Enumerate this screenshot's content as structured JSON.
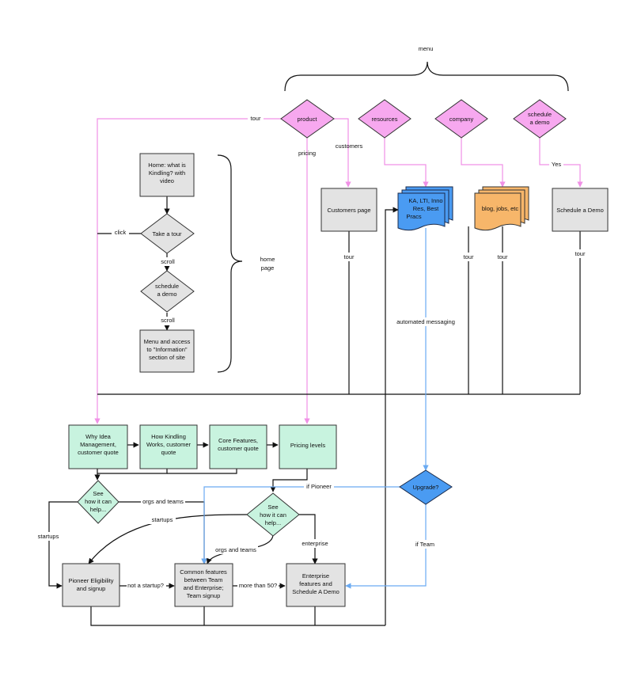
{
  "colors": {
    "pink": "#f7a8ef",
    "pink_line": "#f090e6",
    "blue": "#4a9bf2",
    "blue_line": "#6aaaf2",
    "green": "#c8f3df",
    "grey": "#e3e3e3",
    "orange": "#f7b66a",
    "black": "#111111"
  },
  "menu_label": "menu",
  "home_page_label": [
    "home",
    "page"
  ],
  "nodes": {
    "product": "product",
    "resources": "resources",
    "company": "company",
    "schedule_demo_menu": [
      "schedule",
      "a demo"
    ],
    "home": [
      "Home: what is",
      "Kindling? with",
      "video"
    ],
    "take_tour": "Take a tour",
    "schedule_demo_home": [
      "schedule",
      "a demo"
    ],
    "menu_access": [
      "Menu and access",
      "to \"Information\"",
      "section of site"
    ],
    "customers_page": "Customers page",
    "resources_doc": [
      "KA, LTI, Inno",
      "Res, Best",
      "Pracs"
    ],
    "blog": "blog, jobs, etc",
    "schedule_demo_page": "Schedule a Demo",
    "why_idea": [
      "Why Idea",
      "Management,",
      "customer quote"
    ],
    "how_kindling": [
      "How Kindling",
      "Works, customer",
      "quote"
    ],
    "core_features": [
      "Core Features,",
      "customer quote"
    ],
    "pricing_levels": "Pricing levels",
    "see_help_1": [
      "See",
      "how it can",
      "help..."
    ],
    "see_help_2": [
      "See",
      "how it can",
      "help..."
    ],
    "upgrade": "Upgrade?",
    "pioneer": [
      "Pioneer Eligibility",
      "and signup"
    ],
    "common_features": [
      "Common features",
      "between Team",
      "and Enterprise;",
      "Team signup"
    ],
    "enterprise": [
      "Enterprise",
      "features and",
      "Schedule A Demo"
    ]
  },
  "edge_labels": {
    "tour_top": "tour",
    "pricing": "pricing",
    "customers": "customers",
    "yes": "Yes",
    "click": "click",
    "scroll_1": "scroll",
    "scroll_2": "scroll",
    "tour_customers": "tour",
    "tour_resources": "tour",
    "tour_blog": "tour",
    "tour_schedule": "tour",
    "automated_messaging": "automated messaging",
    "orgs_teams_1": "orgs and teams",
    "startups_1": "startups",
    "startups_2": "startups",
    "orgs_teams_2": "orgs and teams",
    "enterprise": "enterprise",
    "if_pioneer": "if Pioneer",
    "if_team": "if Team",
    "not_startup": "not a startup?",
    "more_than_50": "more than 50?"
  }
}
